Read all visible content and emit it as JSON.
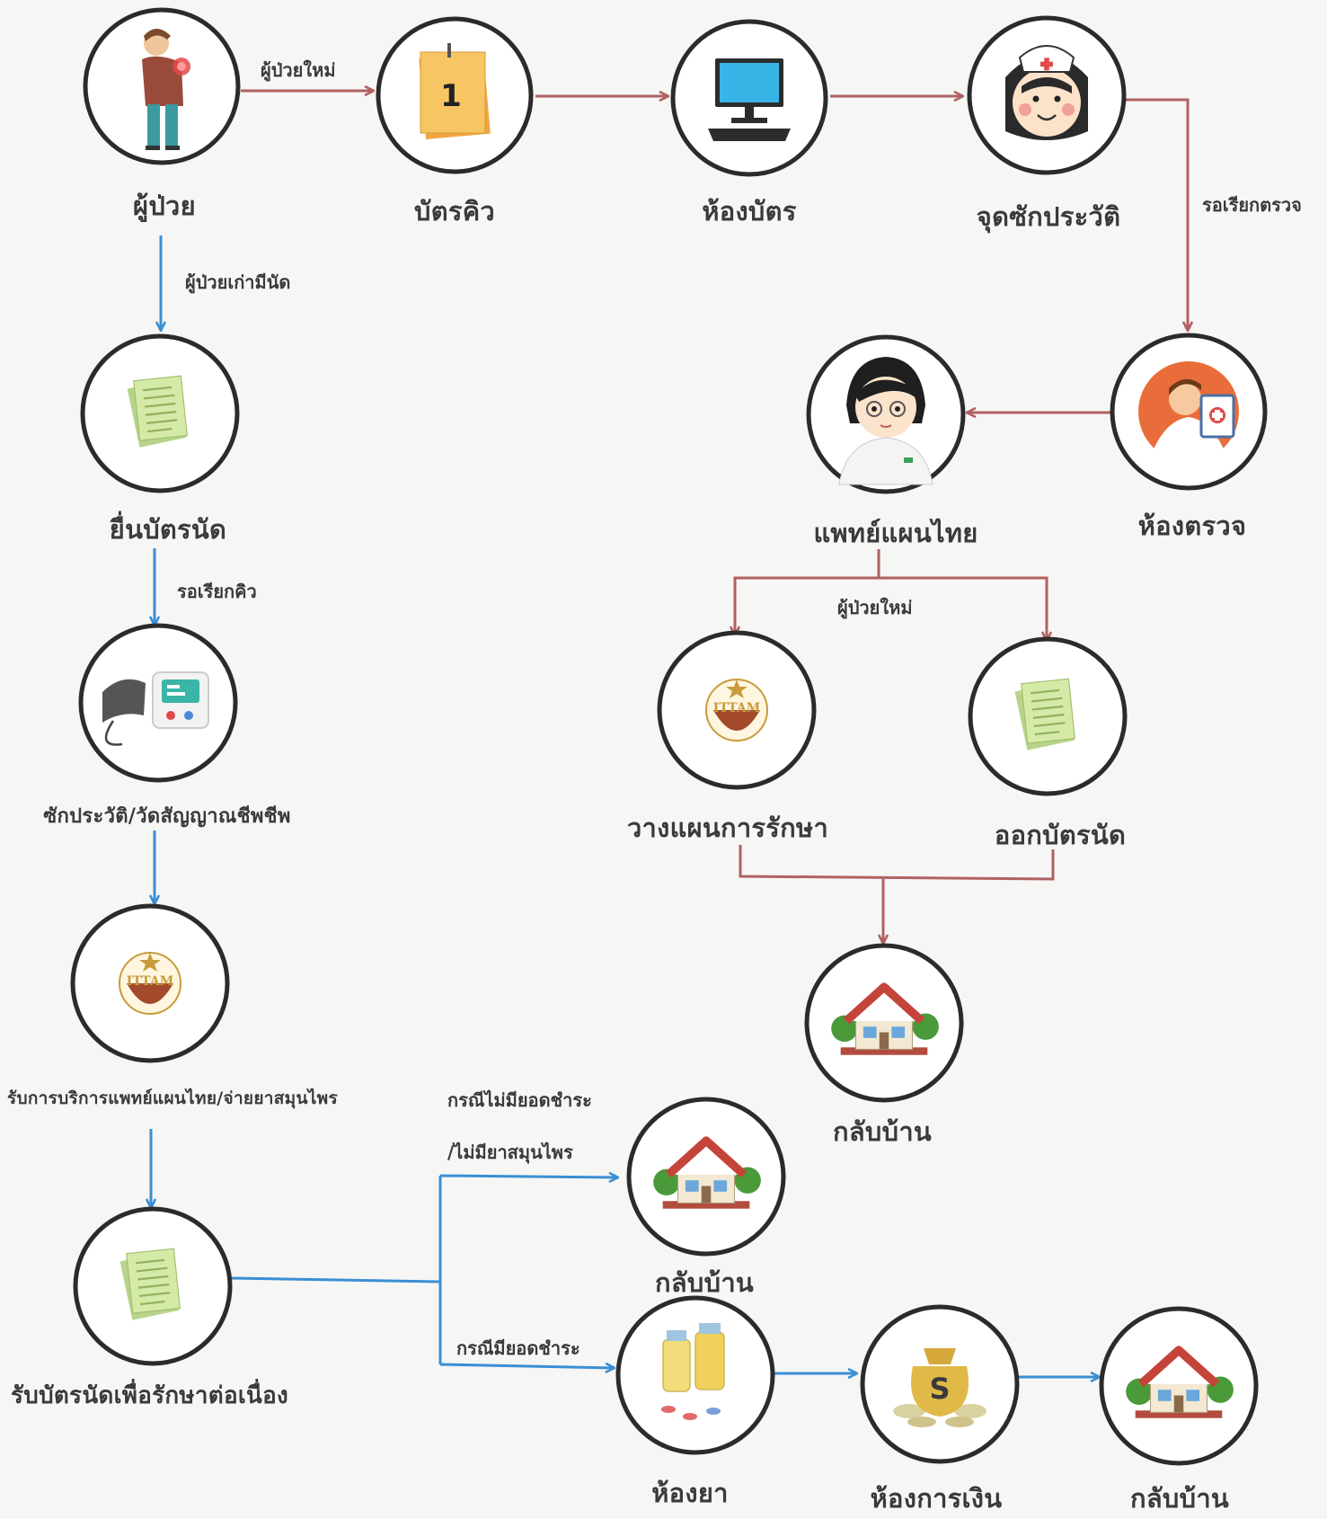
{
  "colors": {
    "red": "#b06161",
    "blue": "#3a8fd4",
    "ring": "#2b2b2b"
  },
  "nodes": {
    "patient": {
      "label": "ผู้ป่วย",
      "icon": "sick-patient-icon"
    },
    "queue": {
      "label": "บัตรคิว",
      "icon": "queue-card-icon",
      "number": "1"
    },
    "registration": {
      "label": "ห้องบัตร",
      "icon": "computer-icon"
    },
    "history": {
      "label": "จุดซักประวัติ",
      "icon": "nurse-icon"
    },
    "exam": {
      "label": "ห้องตรวจ",
      "icon": "doctor-icon"
    },
    "thai_doctor": {
      "label": "แพทย์แผนไทย",
      "icon": "thai-doctor-icon"
    },
    "plan": {
      "label": "วางแผนการรักษา",
      "icon": "ittm-logo-icon"
    },
    "issue_appt": {
      "label": "ออกบัตรนัด",
      "icon": "document-icon"
    },
    "home_a": {
      "label": "กลับบ้าน",
      "icon": "house-icon"
    },
    "submit_appt": {
      "label": "ยื่นบัตรนัด",
      "icon": "document-icon"
    },
    "vitals": {
      "label": "ซักประวัติ/วัดสัญญาณชีพชีพ",
      "icon": "blood-pressure-monitor-icon"
    },
    "service": {
      "label": "รับการบริการแพทย์แผนไทย/จ่ายยาสมุนไพร",
      "icon": "ittm-logo-icon"
    },
    "continue": {
      "label": "รับบัตรนัดเพื่อรักษาต่อเนื่อง",
      "icon": "document-icon"
    },
    "home_b": {
      "label": "กลับบ้าน",
      "icon": "house-icon"
    },
    "pharmacy": {
      "label": "ห้องยา",
      "icon": "medicine-bottles-icon"
    },
    "cashier": {
      "label": "ห้องการเงิน",
      "icon": "money-bag-icon"
    },
    "home_c": {
      "label": "กลับบ้าน",
      "icon": "house-icon"
    }
  },
  "logo_text": "ITTAM",
  "money_symbol": "S",
  "edges": {
    "new_patient": "ผู้ป่วยใหม่",
    "wait_exam": "รอเรียกตรวจ",
    "old_patient": "ผู้ป่วยเก่ามีนัด",
    "wait_queue": "รอเรียกคิว",
    "branch_new": "ผู้ป่วยใหม่",
    "no_payment_1": "กรณีไม่มียอดชำระ",
    "no_payment_2": "/ไม่มียาสมุนไพร",
    "has_payment": "กรณีมียอดชำระ"
  }
}
